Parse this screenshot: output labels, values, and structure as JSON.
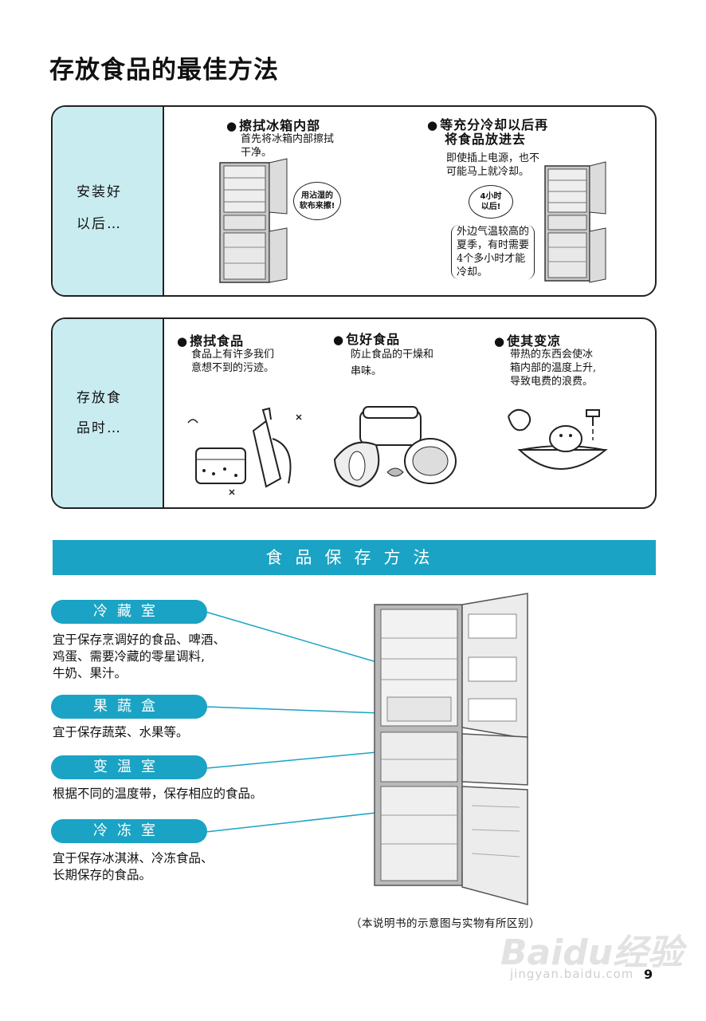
{
  "title": "存放食品的最佳方法",
  "panel1": {
    "side_line1": "安装好",
    "side_line2": "以后…",
    "left": {
      "heading": "擦拭冰箱内部",
      "desc_line1": "首先将冰箱内部擦拭",
      "desc_line2": "干净。",
      "bubble_line1": "用沾湿的",
      "bubble_line2": "软布来擦!"
    },
    "right": {
      "heading_line1": "等充分冷却以后再",
      "heading_line2": "将食品放进去",
      "desc_line1": "即使插上电源，也不",
      "desc_line2": "可能马上就冷却。",
      "bubble_line1": "4小时",
      "bubble_line2": "以后!",
      "note_line1": "外边气温较高的",
      "note_line2": "夏季，有时需要",
      "note_line3": "4个多小时才能",
      "note_line4": "冷却。"
    }
  },
  "panel2": {
    "side_line1": "存放食",
    "side_line2": "品时…",
    "items": [
      {
        "heading": "擦拭食品",
        "desc_line1": "食品上有许多我们",
        "desc_line2": "意想不到的污迹。",
        "desc_line3": ""
      },
      {
        "heading": "包好食品",
        "desc_line1": "防止食品的干燥和",
        "desc_line2": "串味。",
        "desc_line3": ""
      },
      {
        "heading": "使其变凉",
        "desc_line1": "带热的东西会使冰",
        "desc_line2": "箱内部的温度上升,",
        "desc_line3": "导致电费的浪费。"
      }
    ]
  },
  "banner": "食品保存方法",
  "compartments": [
    {
      "name": "冷藏室",
      "desc_line1": "宜于保存烹调好的食品、啤酒、",
      "desc_line2": "鸡蛋、需要冷藏的零星调料,",
      "desc_line3": "牛奶、果汁。"
    },
    {
      "name": "果蔬盒",
      "desc_line1": "宜于保存蔬菜、水果等。",
      "desc_line2": "",
      "desc_line3": ""
    },
    {
      "name": "变温室",
      "desc_line1": "根据不同的温度带，保存相应的食品。",
      "desc_line2": "",
      "desc_line3": ""
    },
    {
      "name": "冷冻室",
      "desc_line1": "宜于保存冰淇淋、冷冻食品、",
      "desc_line2": "长期保存的食品。",
      "desc_line3": ""
    }
  ],
  "caption": "（本说明书的示意图与实物有所区别）",
  "page_number": "9",
  "watermark": {
    "brand": "Baidu经验",
    "url": "jingyan.baidu.com"
  },
  "colors": {
    "accent": "#1aa3c4",
    "side_panel": "#c9ecf1"
  }
}
